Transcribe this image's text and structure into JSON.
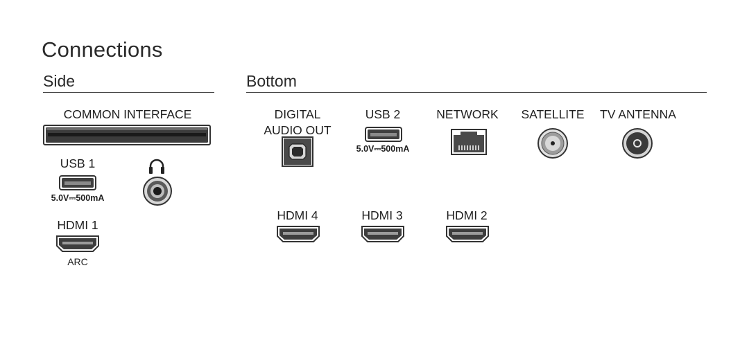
{
  "title": "Connections",
  "side": {
    "heading": "Side",
    "common_interface": {
      "label": "COMMON INTERFACE",
      "icon": "common-interface-slot-icon"
    },
    "usb1": {
      "label": "USB 1",
      "rating": "5.0V⎓500mA",
      "icon": "usb-port-icon"
    },
    "headphones": {
      "icon": "headphones-icon",
      "port_icon": "headphone-jack-icon"
    },
    "hdmi1": {
      "label": "HDMI 1",
      "sub": "ARC",
      "icon": "hdmi-port-icon"
    }
  },
  "bottom": {
    "heading": "Bottom",
    "digital_audio": {
      "label_line1": "DIGITAL",
      "label_line2": "AUDIO OUT",
      "icon": "optical-port-icon"
    },
    "usb2": {
      "label": "USB 2",
      "rating": "5.0V⎓500mA",
      "icon": "usb-port-icon"
    },
    "network": {
      "label": "NETWORK",
      "icon": "ethernet-port-icon"
    },
    "satellite": {
      "label": "SATELLITE",
      "icon": "satellite-connector-icon"
    },
    "tv_antenna": {
      "label": "TV ANTENNA",
      "icon": "antenna-connector-icon"
    },
    "hdmi4": {
      "label": "HDMI 4",
      "icon": "hdmi-port-icon"
    },
    "hdmi3": {
      "label": "HDMI 3",
      "icon": "hdmi-port-icon"
    },
    "hdmi2": {
      "label": "HDMI 2",
      "icon": "hdmi-port-icon"
    }
  }
}
